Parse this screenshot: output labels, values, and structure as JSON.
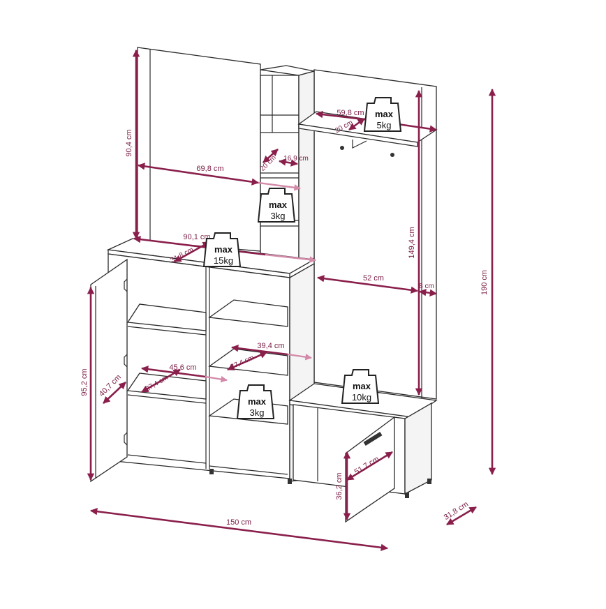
{
  "dimensions": {
    "total_height": "190 cm",
    "total_width": "150 cm",
    "total_depth": "31,8 cm",
    "mirror_height": "90,4 cm",
    "mirror_width": "69,8 cm",
    "top_width": "90,1 cm",
    "top_depth": "31,8 cm",
    "niche_inner_width": "20 cm",
    "niche_inner_depth": "16,9 cm",
    "hat_shelf_width": "59,8 cm",
    "hat_shelf_depth": "20 cm",
    "hanging_height": "149,4 cm",
    "hanging_width": "52 cm",
    "side_panel": "8 cm",
    "left_section_height": "95,2 cm",
    "door_width": "40,7 cm",
    "left_shelf_width": "45,6 cm",
    "left_shelf_depth": "27,4 cm",
    "mid_shelf_width": "39,4 cm",
    "mid_shelf_depth": "27,4 cm",
    "bench_door_width": "51,7 cm",
    "bench_door_height": "36,2 cm"
  },
  "weights": [
    {
      "label": "max",
      "value": "5kg"
    },
    {
      "label": "max",
      "value": "3kg"
    },
    {
      "label": "max",
      "value": "15kg"
    },
    {
      "label": "max",
      "value": "3kg"
    },
    {
      "label": "max",
      "value": "10kg"
    }
  ],
  "colors": {
    "dimension_arrow": "#8a1f4c",
    "dimension_arrow_light": "#d48aa9",
    "outline": "#2a2a2a"
  }
}
